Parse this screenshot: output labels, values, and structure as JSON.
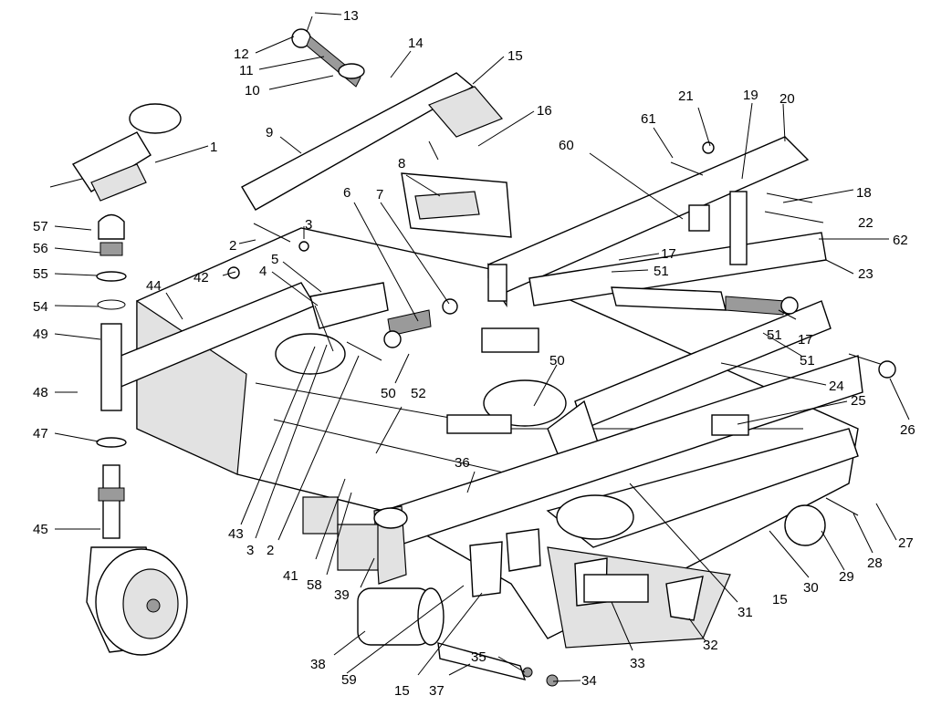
{
  "diagram": {
    "callouts": [
      "1",
      "2",
      "3",
      "4",
      "5",
      "6",
      "7",
      "8",
      "9",
      "10",
      "11",
      "12",
      "13",
      "14",
      "15",
      "16",
      "17",
      "18",
      "19",
      "20",
      "21",
      "22",
      "23",
      "24",
      "25",
      "26",
      "27",
      "28",
      "29",
      "30",
      "31",
      "32",
      "33",
      "34",
      "35",
      "36",
      "37",
      "38",
      "39",
      "41",
      "42",
      "43",
      "44",
      "45",
      "47",
      "48",
      "49",
      "50",
      "51",
      "52",
      "54",
      "55",
      "56",
      "57",
      "58",
      "59",
      "60",
      "61",
      "62"
    ]
  }
}
